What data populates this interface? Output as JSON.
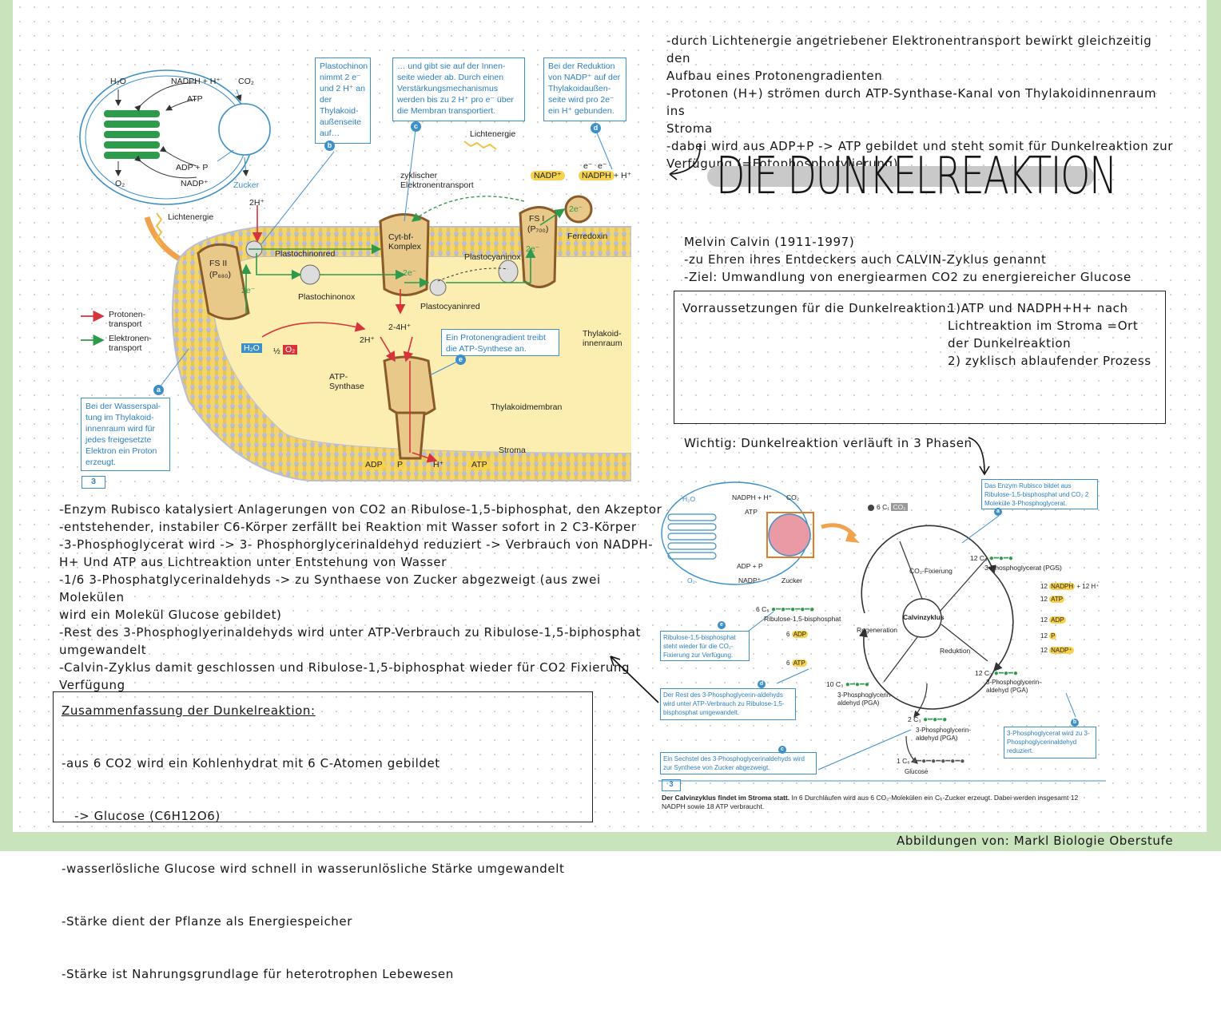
{
  "right_top_text": [
    "-durch Lichtenergie angetriebener Elektronentransport bewirkt gleichzeitig den",
    "Aufbau eines Protonengradienten",
    "-Protonen (H+) strömen durch ATP-Synthase-Kanal von Thylakoidinnenraum ins",
    "Stroma",
    "-dabei wird aus ADP+P -> ATP gebildet und steht somit für Dunkelreaktion zur",
    "Verfügung (=Fotophosphorylierung)"
  ],
  "heading": "DIE DUNKELREAKTION",
  "calvin_intro": [
    "Melvin Calvin (1911-1997)",
    "-zu Ehren ihres Entdeckers auch CALVIN-Zyklus genannt",
    "-Ziel: Umwandlung von energiearmen CO2 zu energiereicher Glucose"
  ],
  "requirements_box": {
    "label": "Vorraussetzungen für die Dunkelreaktion:",
    "lines": [
      "1)ATP und NADPH+H+ nach",
      "Lichtreaktion im Stroma =Ort",
      "der Dunkelreaktion",
      "2) zyklisch ablaufender Prozess"
    ]
  },
  "phases_note": "Wichtig: Dunkelreaktion verläuft in 3 Phasen",
  "left_notes": [
    "-Enzym Rubisco katalysiert Anlagerungen von CO2 an Ribulose-1,5-biphosphat, den Akzeptor",
    "-entstehender, instabiler C6-Körper zerfällt bei Reaktion mit Wasser sofort in 2 C3-Körper",
    "-3-Phosphoglycerat wird -> 3- Phosphorglycerinaldehyd reduziert -> Verbrauch von NADPH-",
    "H+ Und ATP aus Lichtreaktion unter Entstehung von Wasser",
    "-1/6 3-Phosphatglycerinaldehyds -> zu Synthaese von Zucker abgezweigt (aus zwei Molekülen",
    "wird ein Molekül Glucose gebildet)",
    "-Rest des 3-Phosphoglyerinaldehyds wird unter ATP-Verbrauch zu Ribulose-1,5-biphosphat",
    "umgewandelt",
    "-Calvin-Zyklus damit geschlossen und Ribulose-1,5-biphosphat wieder für CO2  Fixierung",
    "Verfügung"
  ],
  "summary_box": {
    "title": "Zusammenfassung der Dunkelreaktion:",
    "lines": [
      "-aus 6 CO2 wird ein Kohlenhydrat mit 6 C-Atomen gebildet",
      "   -> Glucose (C6H12O6)",
      "-wasserlösliche Glucose wird schnell in wasserunlösliche Stärke umgewandelt",
      "-Stärke dient der Pflanze als Energiespeicher",
      "-Stärke ist Nahrungsgrundlage für heterotrophen Lebewesen"
    ]
  },
  "footer_credit": "Abbildungen von: Markl Biologie Oberstufe",
  "fig1": {
    "number": "3",
    "chloroplast": {
      "h2o": "H₂O",
      "nadph": "NADPH + H⁺",
      "co2": "CO₂",
      "atp": "ATP",
      "adp": "ADP + P",
      "nadp": "NADP⁺",
      "o2": "O₂",
      "zucker": "Zucker"
    },
    "lichtenergie_left": "Lichtenergie",
    "lichtenergie_top": "Lichtenergie",
    "callouts": {
      "b": "Plastochinon nimmt 2 e⁻ und 2 H⁺ an der Thylakoid-außenseite auf…",
      "c": "… und gibt sie auf der Innen-seite wieder ab. Durch einen Verstärkungsmechanismus werden bis zu 2 H⁺ pro e⁻ über die Membran transportiert.",
      "d": "Bei der Reduktion von NADP⁺ auf der Thylakoidaußen-seite wird pro 2e⁻ ein H⁺ gebunden.",
      "a": "Bei der Wasserspal-tung im Thylakoid-innenraum wird für jedes freigesetzte Elektron ein Proton erzeugt.",
      "e": "Ein Protonengradient treibt die ATP-Synthese an."
    },
    "labels": {
      "zyklisch": "zyklischer Elektronentransport",
      "two_h_top": "2H⁺",
      "fs2": "FS II",
      "p680": "(P₆₈₀)",
      "plastochinon_red": "Plastochinonred",
      "plastochinon_ox": "Plastochinonox",
      "cytbf": "Cyt-bf-Komplex",
      "plastocyanin_ox": "Plastocyaninox",
      "plastocyanin_red": "Plastocyaninred",
      "fs1": "FS I",
      "p700": "(P₇₀₀)",
      "ferredoxin": "Ferredoxin",
      "nadp": "NADP⁺",
      "nadph": "NADPH",
      "plus_h": "+ H⁺",
      "two_e": "2e⁻",
      "e_minus": "e⁻",
      "h2o": "H₂O",
      "half_o2": "½",
      "o2": "O₂",
      "two_h": "2H⁺",
      "two_4h": "2-4H⁺",
      "atp_synthase": "ATP-Synthase",
      "thylakoidinnenraum": "Thylakoid-innenraum",
      "thylakoidmembran": "Thylakoidmembran",
      "stroma": "Stroma",
      "adp": "ADP",
      "p": "P",
      "hplus": "H⁺",
      "atp": "ATP",
      "protonen": "Protonen-transport",
      "elektronen": "Elektronen-transport"
    }
  },
  "fig2": {
    "number": "3",
    "chloroplast": {
      "h2o": "H₂O",
      "nadph": "NADPH + H⁺",
      "co2": "CO₂",
      "atp": "ATP",
      "adp": "ADP + P",
      "nadp": "NADP⁺",
      "o2": "O₂",
      "zucker": "Zucker"
    },
    "co2_in": "6 C₁",
    "co2_box": "CO₂",
    "calvinzyklus": "Calvinzyklus",
    "co2_fixierung": "CO₂-Fixierung",
    "regeneration": "Regeneration",
    "reduktion": "Reduktion",
    "ribulose_count": "6 C₅",
    "ribulose_label": "Ribulose-1,5-bisphosphat",
    "pgs_count": "12 C₃",
    "pgs_label": "3-Phosphoglycerat (PGS)",
    "nadph_count": "12",
    "nadph": "NADPH",
    "plus_12h": "+ 12 H⁺",
    "atp_12": "12",
    "atp": "ATP",
    "adp_12": "12",
    "adp": "ADP",
    "p_12": "12",
    "p": "P",
    "nadp_12": "12",
    "nadp": "NADP⁺",
    "adp_6": "6",
    "atp_6": "6",
    "pga12_count": "12 C₃",
    "pga12_label": "3-Phosphoglycerin-aldehyd (PGA)",
    "pga10_count": "10 C₃",
    "pga10_label": "3-Phosphoglycerin-aldehyd (PGA)",
    "pga2_count": "2 C₃",
    "pga2_label": "3-Phosphoglycerin-aldehyd (PGA)",
    "glucose_count": "1 C₆",
    "glucose_label": "Glucose",
    "callouts": {
      "a": "Das Enzym Rubisco bildet aus Ribulose-1,5-bisphosphat und CO₂ 2 Moleküle 3-Phosphoglycerat.",
      "b": "3-Phosphoglycerat wird zu 3-Phosphoglycerinaldehyd reduziert.",
      "c": "Ein Sechstel des 3-Phosphoglycerinaldehyds wird zur Synthese von Zucker abgezweigt.",
      "d": "Der Rest des 3-Phosphoglycerin-aldehyds wird unter ATP-Verbrauch zu Ribulose-1,5-bisphosphat umgewandelt.",
      "e": "Ribulose-1,5-bisphosphat steht wieder für die CO₂-Fixierung zur Verfügung."
    },
    "caption_bold": "Der Calvinzyklus findet im Stroma statt.",
    "caption_rest": " In 6 Durchläufen wird aus 6 CO₂-Molekülen ein C₆-Zucker erzeugt. Dabei werden insgesamt 12 NADPH sowie 18 ATP verbraucht."
  }
}
